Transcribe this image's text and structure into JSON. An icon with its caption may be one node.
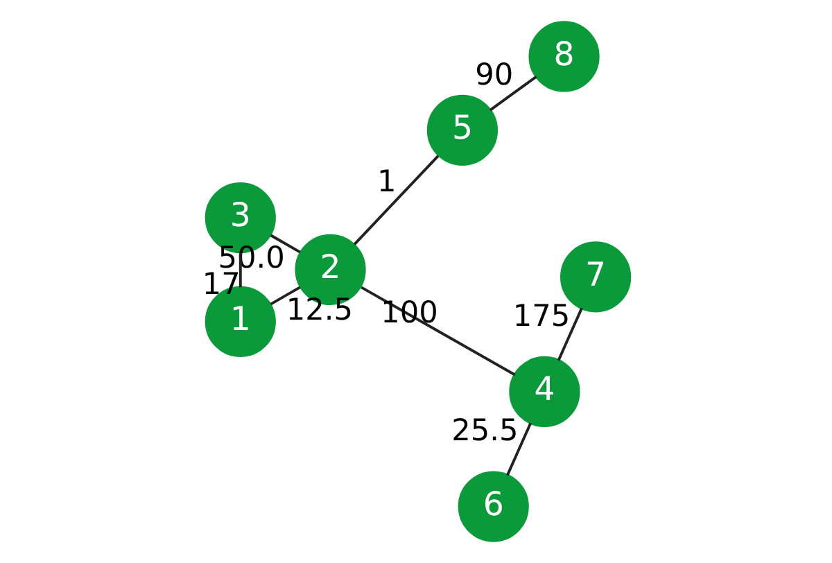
{
  "diagram": {
    "nodes": [
      {
        "text": [
          "3"
        ]
      },
      {
        "text": [
          "4"
        ]
      },
      {
        "text": [
          "2"
        ]
      },
      {
        "text": [
          "5"
        ]
      },
      {
        "text": [
          "1"
        ]
      },
      {
        "text": [
          "6"
        ]
      },
      {
        "text": [
          "8"
        ]
      },
      {
        "text": [
          "7"
        ]
      }
    ],
    "edges": [
      {
        "from": 0,
        "to": 2,
        "arrow": "none",
        "label": "50.0"
      },
      {
        "from": 0,
        "to": 4,
        "arrow": "none",
        "label": "17"
      },
      {
        "from": 1,
        "to": 2,
        "arrow": "none",
        "label": "100"
      },
      {
        "from": 2,
        "to": 4,
        "arrow": "none",
        "label": "12.5"
      },
      {
        "from": 3,
        "to": 2,
        "arrow": "none",
        "label": "1"
      },
      {
        "from": 1,
        "to": 5,
        "arrow": "none",
        "label": "25.5"
      },
      {
        "from": 1,
        "to": 7,
        "arrow": "none",
        "label": "175"
      },
      {
        "from": 3,
        "to": 6,
        "arrow": "none",
        "label": "90"
      }
    ]
  }
}
